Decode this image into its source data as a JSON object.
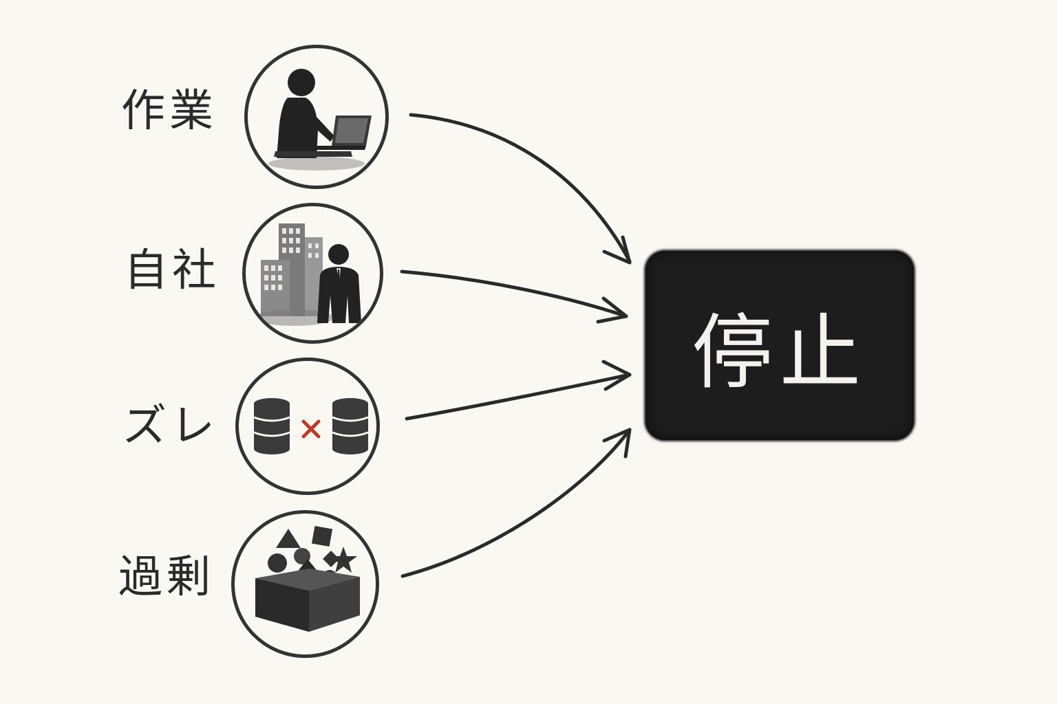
{
  "nodes": [
    {
      "label": "作業",
      "icon": "person-laptop-icon"
    },
    {
      "label": "自社",
      "icon": "building-businessman-icon"
    },
    {
      "label": "ズレ",
      "icon": "database-mismatch-icon"
    },
    {
      "label": "過剰",
      "icon": "box-overflow-shapes-icon"
    }
  ],
  "target": {
    "label": "停止"
  },
  "colors": {
    "background": "#faf8f3",
    "ink": "#1d1d1d",
    "accent_x": "#c0392b"
  }
}
